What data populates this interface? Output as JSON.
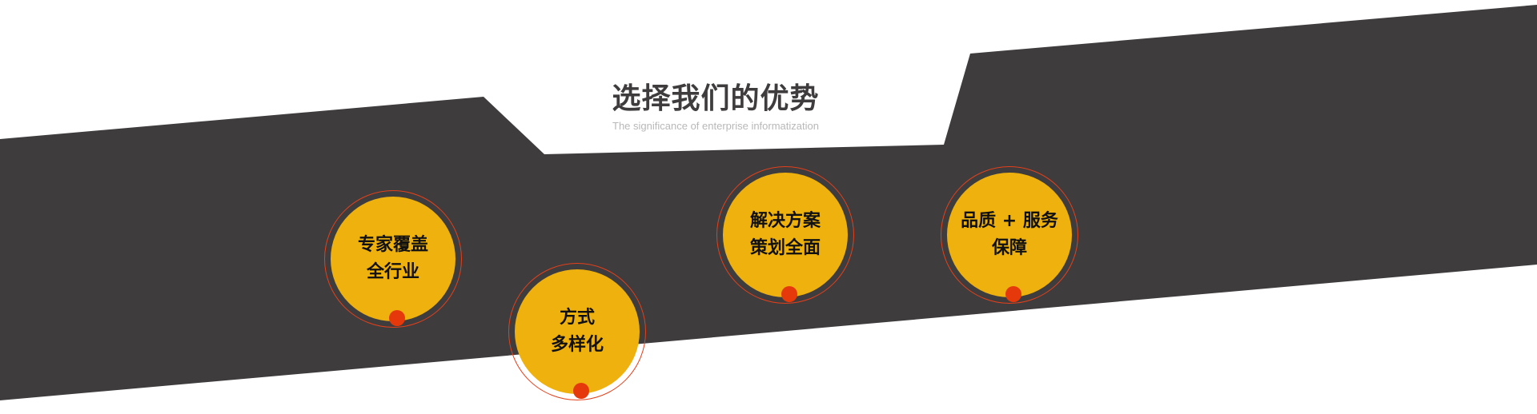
{
  "header": {
    "title": "选择我们的优势",
    "subtitle": "The significance of enterprise informatization"
  },
  "advantages": [
    {
      "line1": "专家覆盖",
      "line2": "全行业"
    },
    {
      "line1": "方式",
      "line2": "多样化"
    },
    {
      "line1": "解决方案",
      "line2": "策划全面"
    },
    {
      "line1": "品质 + 服务",
      "line2": "保障"
    }
  ],
  "colors": {
    "band": "#3e3c3d",
    "disc": "#efb10e",
    "accent": "#e5390c"
  }
}
